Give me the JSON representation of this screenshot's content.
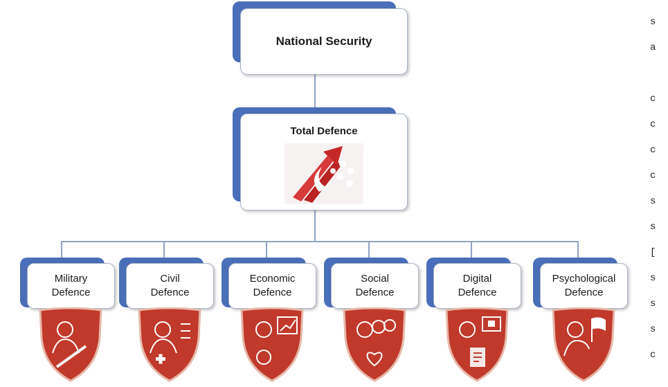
{
  "top": {
    "title": "National Security"
  },
  "middle": {
    "title": "Total Defence",
    "emblem": "total-defence-logo"
  },
  "pillars": [
    {
      "line1": "Military",
      "line2": "Defence",
      "icon": "soldier-icon"
    },
    {
      "line1": "Civil",
      "line2": "Defence",
      "icon": "civil-defence-icon"
    },
    {
      "line1": "Economic",
      "line2": "Defence",
      "icon": "economy-icon"
    },
    {
      "line1": "Social",
      "line2": "Defence",
      "icon": "community-icon"
    },
    {
      "line1": "Digital",
      "line2": "Defence",
      "icon": "digital-icon"
    },
    {
      "line1": "Psychological",
      "line2": "Defence",
      "icon": "flag-icon"
    }
  ],
  "edge_chars": [
    "s",
    "a",
    "",
    "c",
    "c",
    "c",
    "c",
    "s",
    "s",
    "[",
    "s",
    "s",
    "s",
    "c"
  ],
  "colors": {
    "accent": "#4a6fb8",
    "shield": "#c0392b",
    "connector": "#8fa3c6"
  }
}
